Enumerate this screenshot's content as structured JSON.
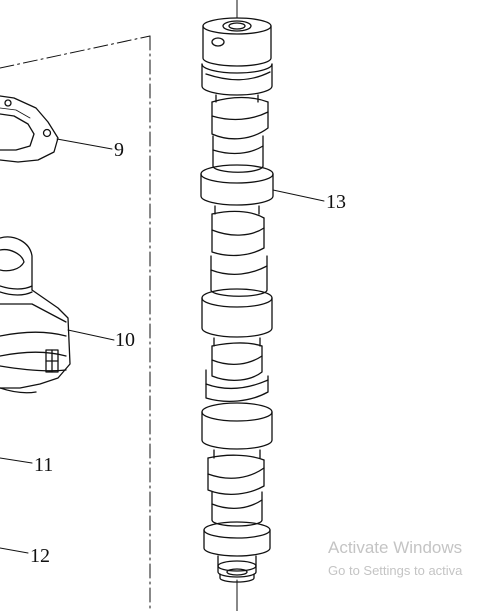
{
  "callouts": {
    "part_9": "9",
    "part_10": "10",
    "part_11": "11",
    "part_12": "12",
    "part_13": "13"
  },
  "watermark": {
    "title": "Activate Windows",
    "subtitle": "Go to Settings to activa"
  },
  "colors": {
    "line": "#111111",
    "background": "#ffffff",
    "watermark": "#c4c4c4"
  }
}
